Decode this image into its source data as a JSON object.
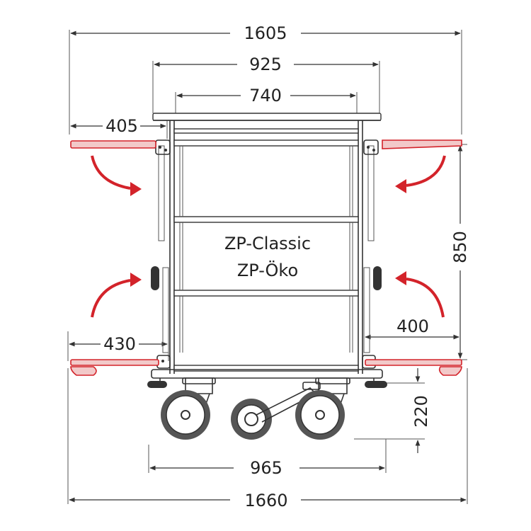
{
  "diagram": {
    "model_names": [
      "ZP-Classic",
      "ZP-Öko"
    ],
    "dimensions": {
      "overall_top": "1605",
      "top_width": "925",
      "inner_width": "740",
      "left_top_flap": "405",
      "height": "850",
      "right_bottom_flap": "400",
      "left_bottom_flap": "430",
      "wheel_height": "220",
      "wheelbase": "965",
      "overall_bottom": "1660"
    },
    "colors": {
      "accent": "#d3232a",
      "line": "#333333"
    },
    "icons": [
      "fold-arrow-icon",
      "wheel-icon"
    ]
  }
}
